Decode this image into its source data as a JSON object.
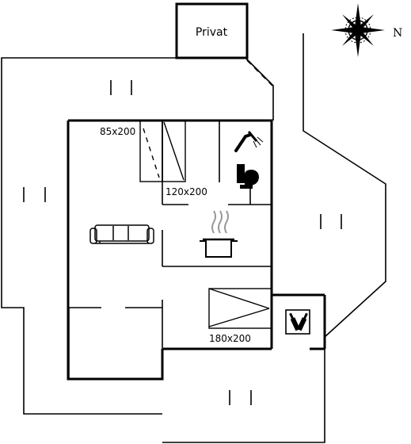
{
  "labels": {
    "privat": "Privat",
    "north": "N",
    "bed_single": "85x200",
    "bed_bunk": "120x200",
    "bed_double": "180x200"
  },
  "icons": [
    "compass-rose-icon",
    "shower-icon",
    "toilet-icon",
    "sofa-icon",
    "cooking-pot-icon",
    "wine-bottles-icon"
  ],
  "colors": {
    "line": "#000000",
    "background": "#ffffff"
  }
}
